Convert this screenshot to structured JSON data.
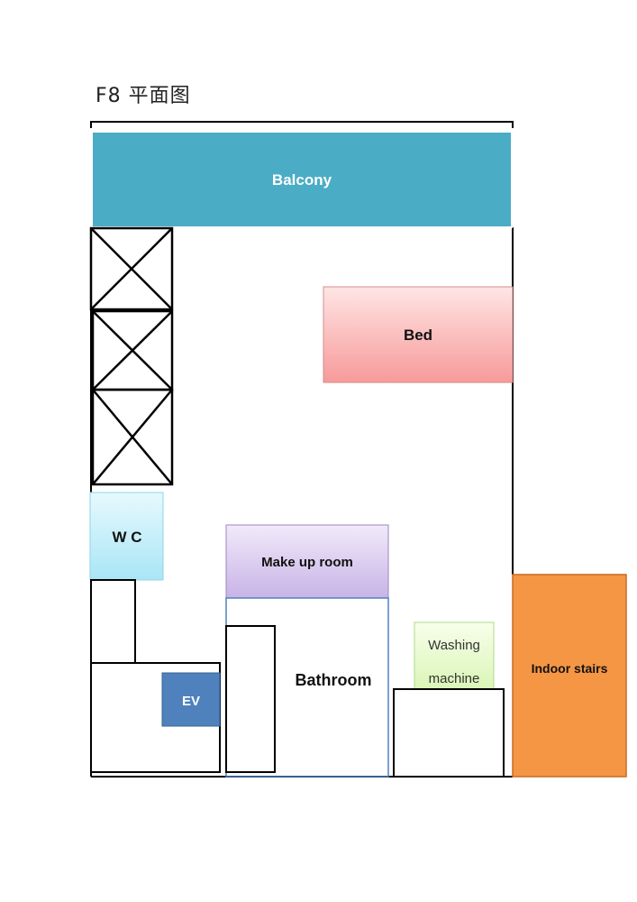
{
  "title": "F8 平面图",
  "rooms": {
    "balcony": "Balcony",
    "bed": "Bed",
    "wc": "W C",
    "make_up_room": "Make up room",
    "bathroom": "Bathroom",
    "washing_machine_line1": "Washing",
    "washing_machine_line2": "machine",
    "indoor_stairs": "Indoor stairs",
    "ev": "EV"
  },
  "colors": {
    "balcony": "#4BACC6",
    "bed": "#F79A9A",
    "wc": "#B3EAF7",
    "make_up_room": "#CDB8E8",
    "washing_machine": "#E3F8C4",
    "indoor_stairs": "#F59645",
    "ev": "#4F81BD",
    "bathroom_border": "#4F81BD"
  }
}
